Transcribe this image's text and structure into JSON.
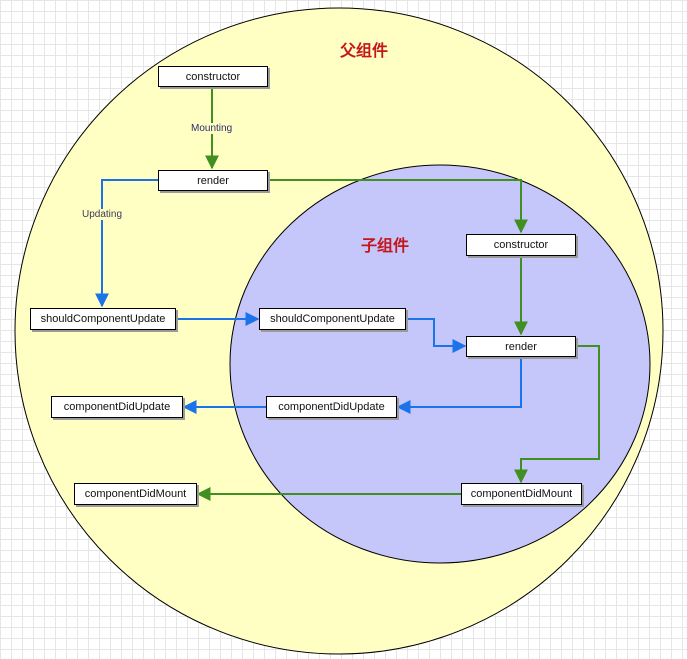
{
  "regions": {
    "parent": {
      "title": "父组件",
      "fill": "#ffffc4"
    },
    "child": {
      "title": "子组件",
      "fill": "#c5c6fa"
    }
  },
  "nodes": {
    "parent_constructor": "constructor",
    "parent_render": "render",
    "parent_should_update": "shouldComponentUpdate",
    "parent_did_update": "componentDidUpdate",
    "parent_did_mount": "componentDidMount",
    "child_constructor": "constructor",
    "child_should_update": "shouldComponentUpdate",
    "child_render": "render",
    "child_did_update": "componentDidUpdate",
    "child_did_mount": "componentDidMount"
  },
  "edge_labels": {
    "mounting": "Mounting",
    "updating": "Updating"
  },
  "colors": {
    "mounting_arrow": "#3f8f22",
    "updating_arrow": "#1a73e8",
    "region_title": "#c4161c"
  }
}
